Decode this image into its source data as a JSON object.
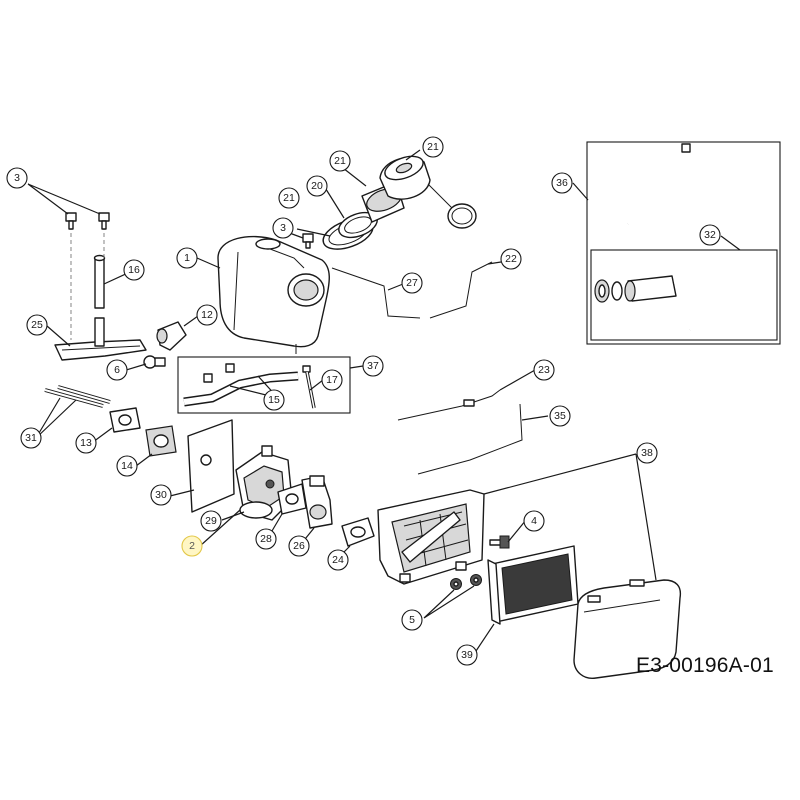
{
  "reference_code": "E3-00196A-01",
  "highlight_color": "#e3c84a",
  "callouts": [
    {
      "id": "c1",
      "label": "1"
    },
    {
      "id": "c2",
      "label": "2",
      "highlighted": true
    },
    {
      "id": "c3a",
      "label": "3"
    },
    {
      "id": "c3b",
      "label": "3"
    },
    {
      "id": "c4",
      "label": "4"
    },
    {
      "id": "c5",
      "label": "5"
    },
    {
      "id": "c6",
      "label": "6"
    },
    {
      "id": "c12",
      "label": "12"
    },
    {
      "id": "c13",
      "label": "13"
    },
    {
      "id": "c14",
      "label": "14"
    },
    {
      "id": "c15",
      "label": "15"
    },
    {
      "id": "c16",
      "label": "16"
    },
    {
      "id": "c17",
      "label": "17"
    },
    {
      "id": "c20",
      "label": "20"
    },
    {
      "id": "c21a",
      "label": "21"
    },
    {
      "id": "c21b",
      "label": "21"
    },
    {
      "id": "c21c",
      "label": "21"
    },
    {
      "id": "c22",
      "label": "22"
    },
    {
      "id": "c23",
      "label": "23"
    },
    {
      "id": "c24",
      "label": "24"
    },
    {
      "id": "c25",
      "label": "25"
    },
    {
      "id": "c26",
      "label": "26"
    },
    {
      "id": "c27",
      "label": "27"
    },
    {
      "id": "c28",
      "label": "28"
    },
    {
      "id": "c29",
      "label": "29"
    },
    {
      "id": "c30",
      "label": "30"
    },
    {
      "id": "c31",
      "label": "31"
    },
    {
      "id": "c32",
      "label": "32"
    },
    {
      "id": "c35",
      "label": "35"
    },
    {
      "id": "c36",
      "label": "36"
    },
    {
      "id": "c37",
      "label": "37"
    },
    {
      "id": "c38",
      "label": "38"
    },
    {
      "id": "c39",
      "label": "39"
    }
  ]
}
